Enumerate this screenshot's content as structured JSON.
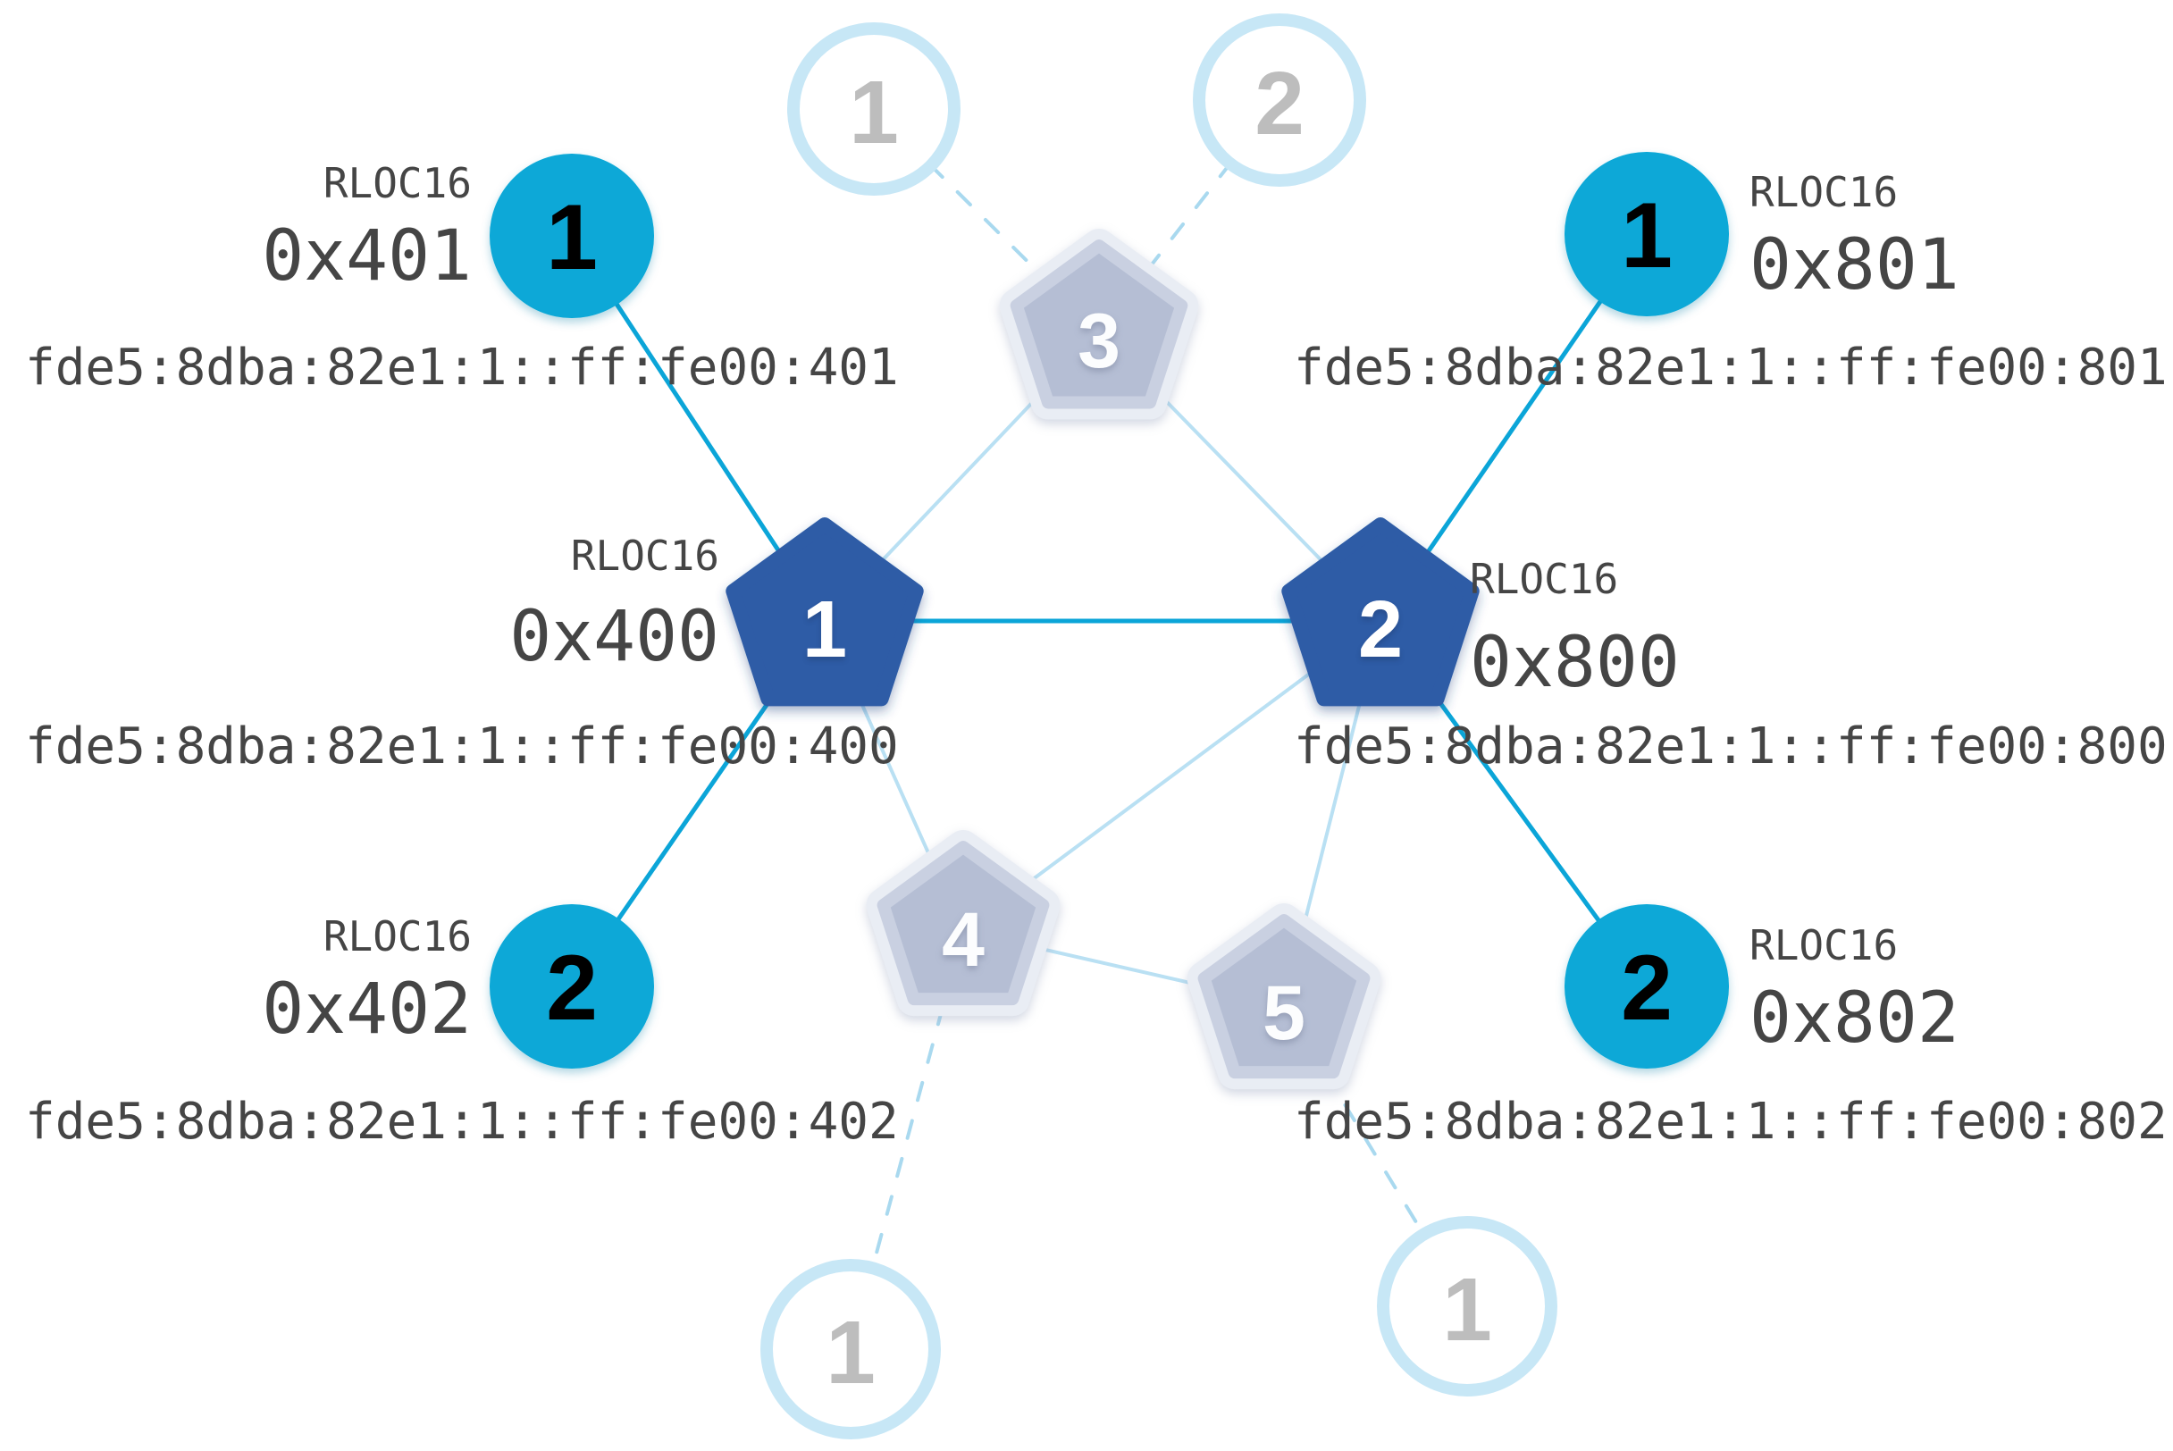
{
  "diagram": {
    "routers": {
      "r1": {
        "id": "1",
        "rloc16_label": "RLOC16",
        "rloc16": "0x400",
        "ipv6": "fde5:8dba:82e1:1::ff:fe00:400"
      },
      "r2": {
        "id": "2",
        "rloc16_label": "RLOC16",
        "rloc16": "0x800",
        "ipv6": "fde5:8dba:82e1:1::ff:fe00:800"
      },
      "r3": {
        "id": "3"
      },
      "r4": {
        "id": "4"
      },
      "r5": {
        "id": "5"
      }
    },
    "children": {
      "c401": {
        "id": "1",
        "rloc16_label": "RLOC16",
        "rloc16": "0x401",
        "ipv6": "fde5:8dba:82e1:1::ff:fe00:401"
      },
      "c402": {
        "id": "2",
        "rloc16_label": "RLOC16",
        "rloc16": "0x402",
        "ipv6": "fde5:8dba:82e1:1::ff:fe00:402"
      },
      "c801": {
        "id": "1",
        "rloc16_label": "RLOC16",
        "rloc16": "0x801",
        "ipv6": "fde5:8dba:82e1:1::ff:fe00:801"
      },
      "c802": {
        "id": "2",
        "rloc16_label": "RLOC16",
        "rloc16": "0x802",
        "ipv6": "fde5:8dba:82e1:1::ff:fe00:802"
      },
      "faded_top_1": {
        "id": "1"
      },
      "faded_top_2": {
        "id": "2"
      },
      "faded_bottom_left": {
        "id": "1"
      },
      "faded_bottom_right": {
        "id": "1"
      }
    },
    "colors": {
      "active_router_fill": "#2e5ba6",
      "faded_router_fill": "#b5bed4",
      "faded_router_stroke": "#c9d0e1",
      "active_child_fill": "#07a8d7",
      "faded_child_ring": "#c7e7f6",
      "active_link": "#0ba5d8",
      "router_link": "#b9e0f3",
      "faded_link_dashed": "#a9d9ef",
      "label_text": "#454545",
      "faded_number": "#bdbdbd"
    }
  }
}
